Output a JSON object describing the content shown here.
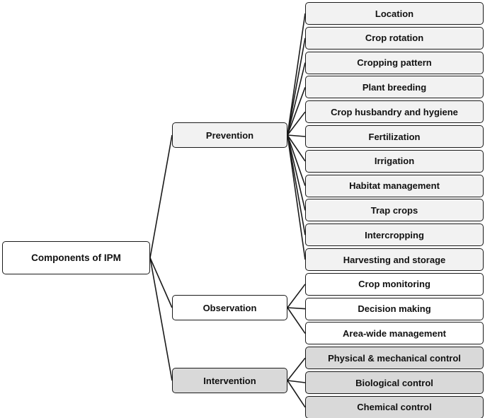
{
  "root": {
    "label": "Components of IPM"
  },
  "categories": [
    {
      "label": "Prevention",
      "color": "#f2f2f2",
      "items": [
        "Location",
        "Crop rotation",
        "Cropping pattern",
        "Plant breeding",
        "Crop husbandry and hygiene",
        "Fertilization",
        "Irrigation",
        "Habitat management",
        "Trap crops",
        "Intercropping",
        "Harvesting and storage"
      ]
    },
    {
      "label": "Observation",
      "color": "#ffffff",
      "items": [
        "Crop monitoring",
        "Decision making",
        "Area-wide management"
      ]
    },
    {
      "label": "Intervention",
      "color": "#d9d9d9",
      "items": [
        "Physical & mechanical control",
        "Biological control",
        "Chemical control"
      ]
    }
  ]
}
